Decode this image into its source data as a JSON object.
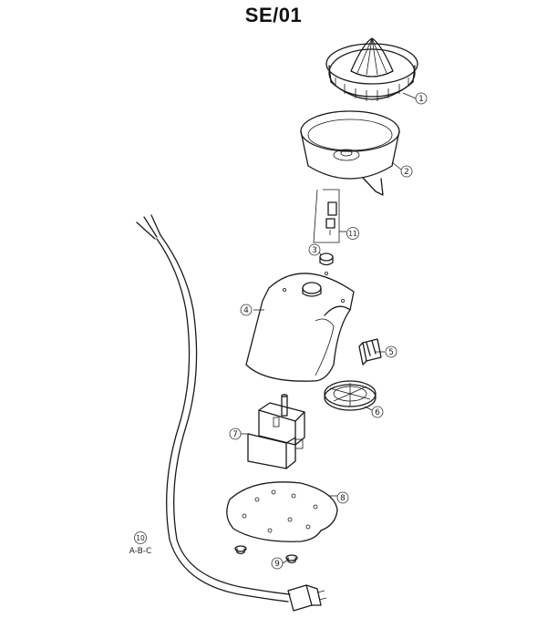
{
  "title": "SE/01",
  "parts": [
    {
      "num": "1"
    },
    {
      "num": "2"
    },
    {
      "num": "3"
    },
    {
      "num": "4"
    },
    {
      "num": "5"
    },
    {
      "num": "6"
    },
    {
      "num": "7"
    },
    {
      "num": "8"
    },
    {
      "num": "9"
    },
    {
      "num": "10",
      "sub": "A-B-C"
    },
    {
      "num": "11"
    }
  ]
}
